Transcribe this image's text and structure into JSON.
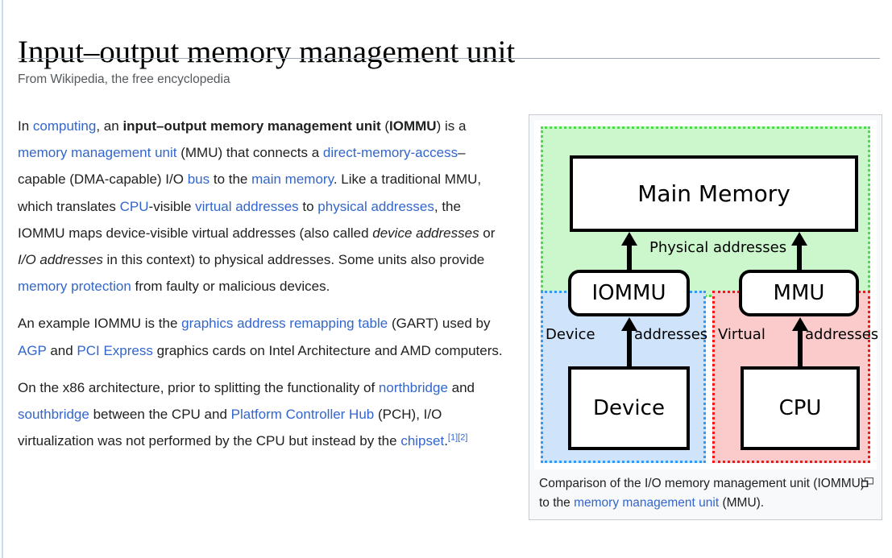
{
  "header": {
    "title": "Input–output memory management unit",
    "tagline": "From Wikipedia, the free encyclopedia"
  },
  "article": {
    "paragraphs": [
      {
        "id": "p1",
        "runs": [
          {
            "t": "In ",
            "k": "text"
          },
          {
            "t": "computing",
            "k": "link"
          },
          {
            "t": ", an ",
            "k": "text"
          },
          {
            "t": "input–output memory management unit",
            "k": "bold"
          },
          {
            "t": " (",
            "k": "text"
          },
          {
            "t": "IOMMU",
            "k": "bold"
          },
          {
            "t": ") is a ",
            "k": "text"
          },
          {
            "t": "memory management unit",
            "k": "link"
          },
          {
            "t": " (MMU) that connects a ",
            "k": "text"
          },
          {
            "t": "direct-memory-access",
            "k": "link"
          },
          {
            "t": "–capable (DMA-capable) I/O ",
            "k": "text"
          },
          {
            "t": "bus",
            "k": "link"
          },
          {
            "t": " to the ",
            "k": "text"
          },
          {
            "t": "main memory",
            "k": "link"
          },
          {
            "t": ". Like a traditional MMU, which translates ",
            "k": "text"
          },
          {
            "t": "CPU",
            "k": "link"
          },
          {
            "t": "-visible ",
            "k": "text"
          },
          {
            "t": "virtual addresses",
            "k": "link"
          },
          {
            "t": " to ",
            "k": "text"
          },
          {
            "t": "physical addresses",
            "k": "link"
          },
          {
            "t": ", the IOMMU maps device-visible virtual addresses (also called ",
            "k": "text"
          },
          {
            "t": "device addresses",
            "k": "italic"
          },
          {
            "t": " or ",
            "k": "text"
          },
          {
            "t": "I/O addresses",
            "k": "italic"
          },
          {
            "t": " in this context) to physical addresses. Some units also provide ",
            "k": "text"
          },
          {
            "t": "memory protection",
            "k": "link"
          },
          {
            "t": " from faulty or malicious devices.",
            "k": "text"
          }
        ]
      },
      {
        "id": "p2",
        "runs": [
          {
            "t": "An example IOMMU is the ",
            "k": "text"
          },
          {
            "t": "graphics address remapping table",
            "k": "link"
          },
          {
            "t": " (GART) used by ",
            "k": "text"
          },
          {
            "t": "AGP",
            "k": "link"
          },
          {
            "t": " and ",
            "k": "text"
          },
          {
            "t": "PCI Express",
            "k": "link"
          },
          {
            "t": " graphics cards on Intel Architecture and AMD computers.",
            "k": "text"
          }
        ]
      },
      {
        "id": "p3",
        "runs": [
          {
            "t": "On the x86 architecture, prior to splitting the functionality of ",
            "k": "text"
          },
          {
            "t": "northbridge",
            "k": "link"
          },
          {
            "t": " and ",
            "k": "text"
          },
          {
            "t": "southbridge",
            "k": "link"
          },
          {
            "t": " between the CPU and ",
            "k": "text"
          },
          {
            "t": "Platform Controller Hub",
            "k": "link"
          },
          {
            "t": " (PCH), I/O virtualization was not performed by the CPU but instead by the ",
            "k": "text"
          },
          {
            "t": "chipset",
            "k": "link"
          },
          {
            "t": ".",
            "k": "text"
          },
          {
            "t": "[1][2]",
            "k": "ref"
          }
        ]
      }
    ]
  },
  "thumbnail": {
    "diagram": {
      "boxes": {
        "main_memory": "Main Memory",
        "iommu": "IOMMU",
        "mmu": "MMU",
        "device": "Device",
        "cpu": "CPU"
      },
      "edge_labels": {
        "physical": "Physical addresses",
        "device_addr_word1": "Device",
        "device_addr_word2": "addresses",
        "virtual_addr_word1": "Virtual",
        "virtual_addr_word2": "addresses"
      },
      "zone_colors": {
        "green_fill": "#ccf7cc",
        "green_border": "#4ddb4d",
        "blue_fill": "#cfe4fb",
        "blue_border": "#3399f3",
        "red_fill": "#fbcbcb",
        "red_border": "#f81414"
      }
    },
    "caption": {
      "runs": [
        {
          "t": "Comparison of the I/O memory management unit (IOMMU) to the ",
          "k": "text"
        },
        {
          "t": "memory management unit",
          "k": "link"
        },
        {
          "t": " (MMU).",
          "k": "text"
        }
      ]
    },
    "enlarge_icon": "enlarge-icon"
  },
  "colors": {
    "link": "#3366cc",
    "text": "#202122",
    "tagline": "#54595d",
    "rule": "#a2a9b1",
    "thumb_border": "#c8ccd1",
    "thumb_bg": "#f8f9fa"
  }
}
